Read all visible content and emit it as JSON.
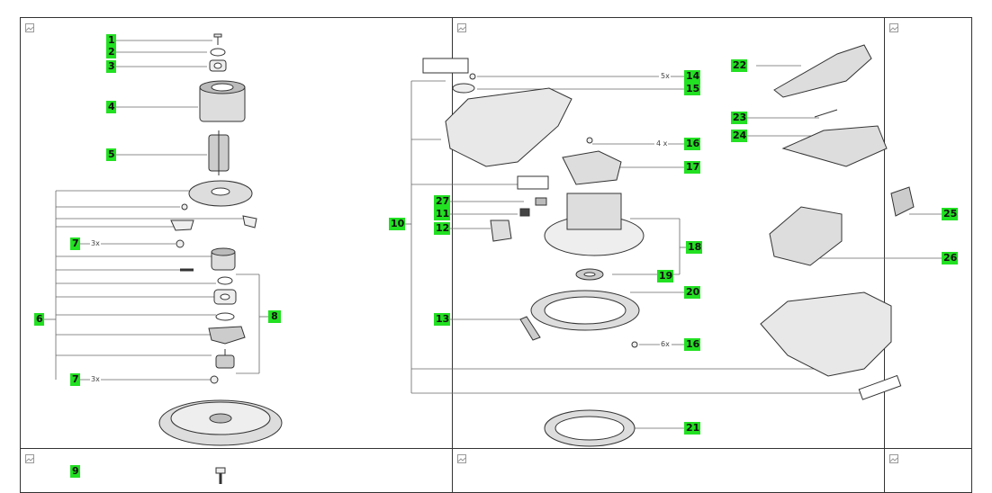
{
  "callouts": {
    "c1": "1",
    "c2": "2",
    "c3": "3",
    "c4": "4",
    "c5": "5",
    "c6": "6",
    "c7a": "7",
    "c7b": "7",
    "c8": "8",
    "c9": "9",
    "c10": "10",
    "c11": "11",
    "c12": "12",
    "c13": "13",
    "c14": "14",
    "c15": "15",
    "c16a": "16",
    "c16b": "16",
    "c17": "17",
    "c18": "18",
    "c19": "19",
    "c20": "20",
    "c21": "21",
    "c22": "22",
    "c23": "23",
    "c24": "24",
    "c25": "25",
    "c26": "26",
    "c27": "27"
  },
  "quantities": {
    "q7a": "3x",
    "q7b": "3x",
    "q14": "5x",
    "q16a": "4 x",
    "q16b": "6x"
  },
  "colors": {
    "callout_bg": "#22e022",
    "line": "#555555",
    "part": "#333333"
  },
  "icons": [
    "broken-image-icon"
  ]
}
